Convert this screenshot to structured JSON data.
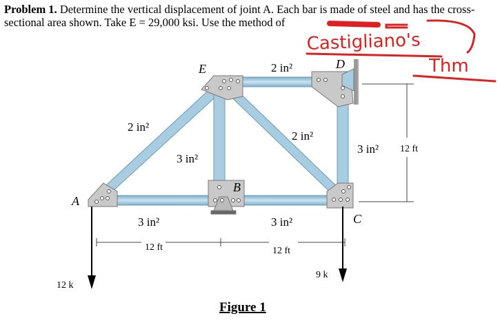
{
  "problem": {
    "heading": "Problem 1.",
    "text": " Determine the vertical displacement of joint A. Each bar is made of steel and has the cross-sectional area shown. Take E = 29,000 ksi. Use the method of",
    "annotation": "Castigliano's Thm"
  },
  "figure": {
    "caption": "Figure 1",
    "joints": {
      "A": "A",
      "B": "B",
      "C": "C",
      "D": "D",
      "E": "E"
    },
    "areas": {
      "AE": "2 in²",
      "ED": "2 in²",
      "EB": "3 in²",
      "EC": "2 in²",
      "DC": "3 in²",
      "AB": "3 in²",
      "BC": "3 in²"
    },
    "dimensions": {
      "height": "12 ft",
      "left_span": "12 ft",
      "right_span": "12 ft"
    },
    "loads": {
      "A": "12 k",
      "C": "9 k"
    },
    "colors": {
      "bar": "#a9cde0",
      "plate": "#c8c8c8",
      "annotation": "#e02020"
    }
  }
}
